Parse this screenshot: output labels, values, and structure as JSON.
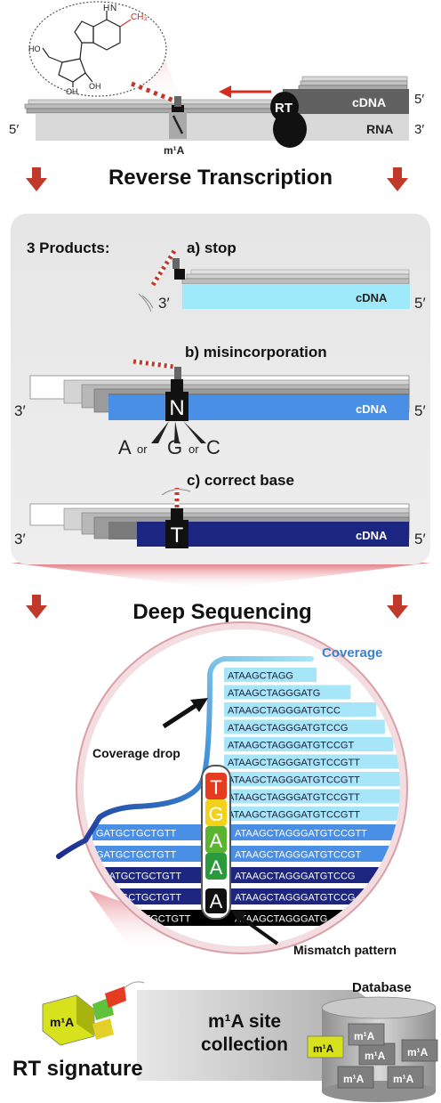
{
  "rt": {
    "mod": "m¹A",
    "methyl": "CH₃",
    "nh": "N",
    "h": "H",
    "oh1": "OH",
    "oh2": "OH",
    "ho": "HO",
    "enzyme": "RT",
    "cdna": "cDNA",
    "rna": "RNA",
    "p5_left": "5′",
    "p5_right": "5′",
    "p3_right": "3′"
  },
  "step1": "Reverse Transcription",
  "products": {
    "heading": "3 Products:",
    "a_label": "a) stop",
    "b_label": "b) misincorporation",
    "c_label": "c) correct base",
    "cdna": "cDNA",
    "three_prime": "3′",
    "five_prime": "5′",
    "mis_base": "N",
    "correct_base": "T",
    "alt_a": "A",
    "alt_g": "G",
    "alt_c": "C",
    "or_word": "or"
  },
  "step2": "Deep Sequencing",
  "seq": {
    "coverage": "Coverage",
    "coverage_drop": "Coverage drop",
    "mismatch": "Mismatch pattern",
    "reads_light": [
      "ATAAGCTAGG",
      "ATAAGCTAGGGATG",
      "ATAAGCTAGGGATGTCC",
      "ATAAGCTAGGGATGTCCG",
      "ATAAGCTAGGGATGTCCGT",
      "ATAAGCTAGGGATGTCCGTT",
      "ATAAGCTAGGGATGTCCGTT",
      "ATAAGCTAGGGATGTCCGTT",
      "ATAAGCTAGGGATGTCCGTT"
    ],
    "left_reads": [
      "GATGCTGCTGTT",
      "GATGCTGCTGTT",
      "GAGATGCTGCTGTT",
      "GAGATGCTGCTGTT",
      "GCTGCTGTT"
    ],
    "right_reads": [
      "ATAAGCTAGGGATGTCCGTT",
      "ATAAGCTAGGGATGTCCGT",
      "ATAAGCTAGGGATGTCCG",
      "ATAAGCTAGGGATGTCCG",
      "ATAAGCTAGGGATG"
    ],
    "column": [
      "T",
      "G",
      "A",
      "A",
      "A"
    ]
  },
  "bottom": {
    "mod": "m¹A",
    "rt_signature": "RT signature",
    "site_line1": "m¹A site",
    "site_line2": "collection",
    "database": "Database",
    "db_mods": [
      "m¹A",
      "m¹A",
      "m¹A",
      "m¹A",
      "m¹A",
      "m¹A"
    ]
  }
}
